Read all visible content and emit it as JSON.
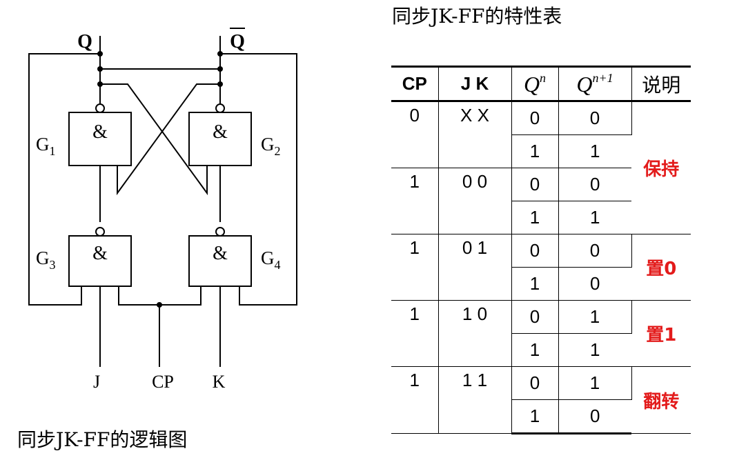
{
  "circuit": {
    "output_labels": {
      "q": "Q",
      "q_bar": "Q"
    },
    "gates": [
      {
        "id": "g1",
        "symbol": "&",
        "label_main": "G",
        "label_sub": "1"
      },
      {
        "id": "g2",
        "symbol": "&",
        "label_main": "G",
        "label_sub": "2"
      },
      {
        "id": "g3",
        "symbol": "&",
        "label_main": "G",
        "label_sub": "3"
      },
      {
        "id": "g4",
        "symbol": "&",
        "label_main": "G",
        "label_sub": "4"
      }
    ],
    "input_labels": {
      "j": "J",
      "cp": "CP",
      "k": "K"
    },
    "caption": "同步JK-FF的逻辑图"
  },
  "table": {
    "title": "同步JK-FF的特性表",
    "headers": {
      "cp": "CP",
      "jk": "J K",
      "qn_base": "Q",
      "qn_sup": "n",
      "qn1_base": "Q",
      "qn1_sup": "n+1",
      "desc": "说明"
    },
    "groups": [
      {
        "cp": "0",
        "jk": "X  X",
        "rows": [
          {
            "qn": "0",
            "qn1": "0"
          },
          {
            "qn": "1",
            "qn1": "1"
          }
        ],
        "desc": ""
      },
      {
        "cp": "1",
        "jk": "0 0",
        "rows": [
          {
            "qn": "0",
            "qn1": "0"
          },
          {
            "qn": "1",
            "qn1": "1"
          }
        ],
        "desc": ""
      },
      {
        "cp": "1",
        "jk": "0 1",
        "rows": [
          {
            "qn": "0",
            "qn1": "0"
          },
          {
            "qn": "1",
            "qn1": "0"
          }
        ],
        "desc": "置0"
      },
      {
        "cp": "1",
        "jk": "1 0",
        "rows": [
          {
            "qn": "0",
            "qn1": "1"
          },
          {
            "qn": "1",
            "qn1": "1"
          }
        ],
        "desc": "置1"
      },
      {
        "cp": "1",
        "jk": "1 1",
        "rows": [
          {
            "qn": "0",
            "qn1": "1"
          },
          {
            "qn": "1",
            "qn1": "0"
          }
        ],
        "desc": "翻转"
      }
    ],
    "hold_desc": "保持",
    "desc_color": "#e31b1b"
  }
}
